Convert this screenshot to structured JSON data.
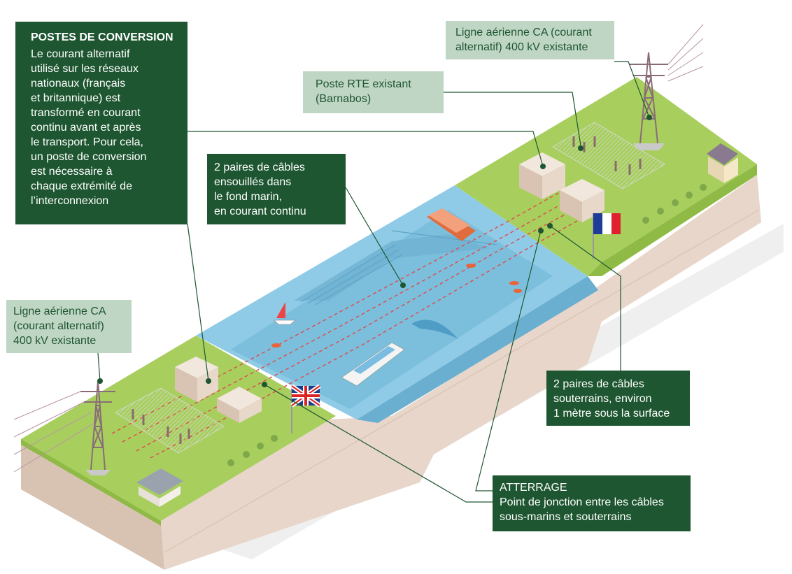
{
  "labels": {
    "conversion": {
      "title": "POSTES DE CONVERSION",
      "body": "Le courant alternatif\nutilisé sur les réseaux\nnationaux (français\net britannique) est\ntransformé en courant\ncontinu avant et après\nle transport. Pour cela,\nun poste de conversion\nest nécessaire à\nchaque extrémité de\nl’interconnexion"
    },
    "ac_line_fr": "Ligne aérienne CA (courant\nalternatif) 400 kV existante",
    "rte_substation": "Poste RTE existant\n(Barnabos)",
    "subsea_cables": "2 paires de câbles\nensouillés dans\nle fond marin,\nen courant continu",
    "ac_line_uk": "Ligne aérienne CA\n(courant alternatif)\n400 kV existante",
    "underground_cables": "2 paires de câbles\nsouterrains, environ\n1 mètre sous la surface",
    "landing": {
      "title": "ATTERRAGE",
      "body": "Point de jonction entre les câbles\nsous-marins et souterrains"
    }
  },
  "flags": {
    "left": "union-jack",
    "right": "french-tricolore"
  },
  "colors": {
    "dark_label": "#1e5631",
    "light_label": "#c0d6c5",
    "grass": "#a8cf5e",
    "soil": "#dcc8b8",
    "sea": "#7fc3e0",
    "cable": "#e04a4a",
    "leader": "#1e5631"
  }
}
